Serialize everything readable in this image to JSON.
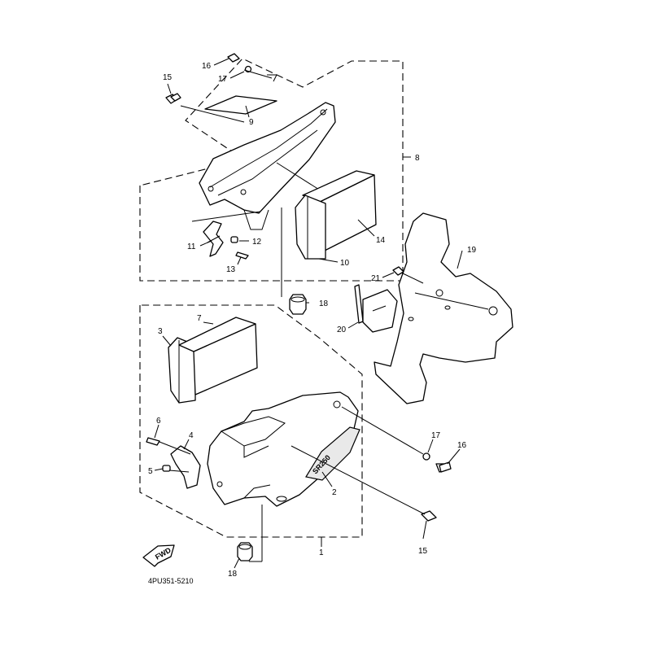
{
  "callouts": [
    {
      "id": "c1",
      "text": "1"
    },
    {
      "id": "c2",
      "text": "2"
    },
    {
      "id": "c3",
      "text": "3"
    },
    {
      "id": "c4",
      "text": "4"
    },
    {
      "id": "c5",
      "text": "5"
    },
    {
      "id": "c6",
      "text": "6"
    },
    {
      "id": "c7",
      "text": "7"
    },
    {
      "id": "c8",
      "text": "8"
    },
    {
      "id": "c9",
      "text": "9"
    },
    {
      "id": "c10",
      "text": "10"
    },
    {
      "id": "c11",
      "text": "11"
    },
    {
      "id": "c12",
      "text": "12"
    },
    {
      "id": "c13",
      "text": "13"
    },
    {
      "id": "c14",
      "text": "14"
    },
    {
      "id": "c15a",
      "text": "15"
    },
    {
      "id": "c15b",
      "text": "15"
    },
    {
      "id": "c16a",
      "text": "16"
    },
    {
      "id": "c16b",
      "text": "16"
    },
    {
      "id": "c17a",
      "text": "17"
    },
    {
      "id": "c17b",
      "text": "17"
    },
    {
      "id": "c18a",
      "text": "18"
    },
    {
      "id": "c18b",
      "text": "18"
    },
    {
      "id": "c19",
      "text": "19"
    },
    {
      "id": "c20",
      "text": "20"
    },
    {
      "id": "c21",
      "text": "21"
    }
  ],
  "diagram_code": "4PU351-5210",
  "fwd_label": "FWD",
  "emblem_text": "SR250"
}
